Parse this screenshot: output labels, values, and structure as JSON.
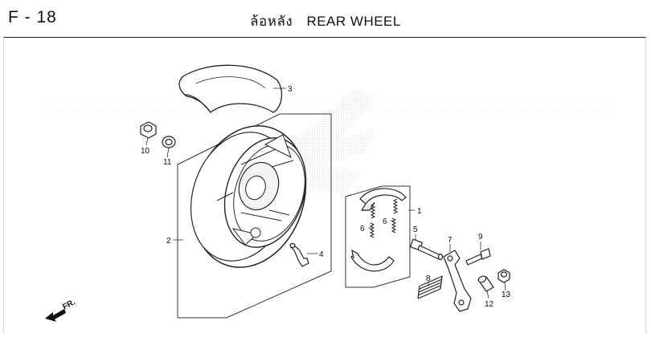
{
  "header": {
    "page_code": "F - 18",
    "title_th": "ล้อหลัง",
    "title_en": "REAR WHEEL"
  },
  "callouts": {
    "c1": "1",
    "c2": "2",
    "c3": "3",
    "c4": "4",
    "c5": "5",
    "c6a": "6",
    "c6b": "6",
    "c7": "7",
    "c8": "8",
    "c9": "9",
    "c10": "10",
    "c11": "11",
    "c12": "12",
    "c13": "13"
  },
  "direction": {
    "label": "FR."
  },
  "icons": {
    "direction": "arrow-front-icon",
    "watermark": "wing-logo-watermark"
  }
}
